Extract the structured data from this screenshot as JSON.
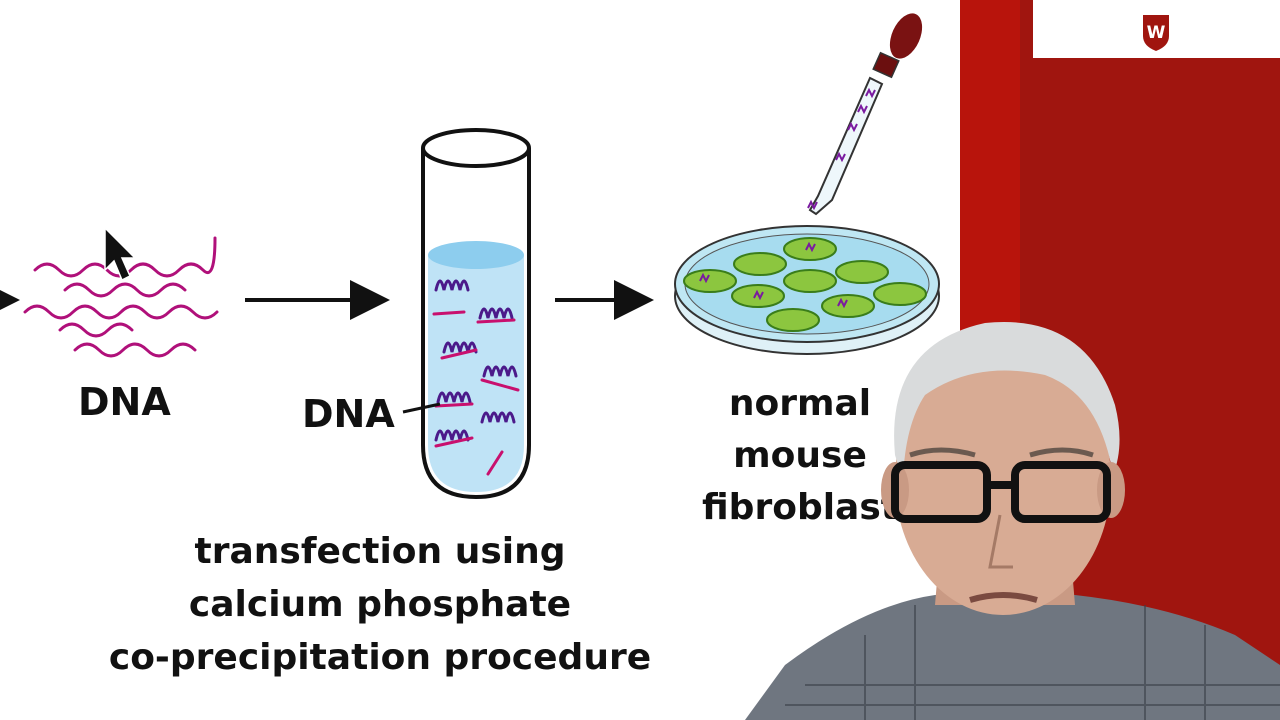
{
  "slide": {
    "dna_label_left": "DNA",
    "dna_label_tube": "DNA",
    "cell_label": [
      "normal",
      "mouse",
      "fibroblast"
    ],
    "caption": [
      "transfection using",
      "calcium phosphate",
      "co-precipitation procedure"
    ]
  },
  "branding": {
    "logo_letter": "W",
    "sidebar_color": "#a0150f"
  },
  "icons": {
    "cursor": "mouse-pointer-icon",
    "pipette": "pipette-icon",
    "test_tube": "test-tube-icon",
    "culture_dish": "petri-dish-icon"
  }
}
